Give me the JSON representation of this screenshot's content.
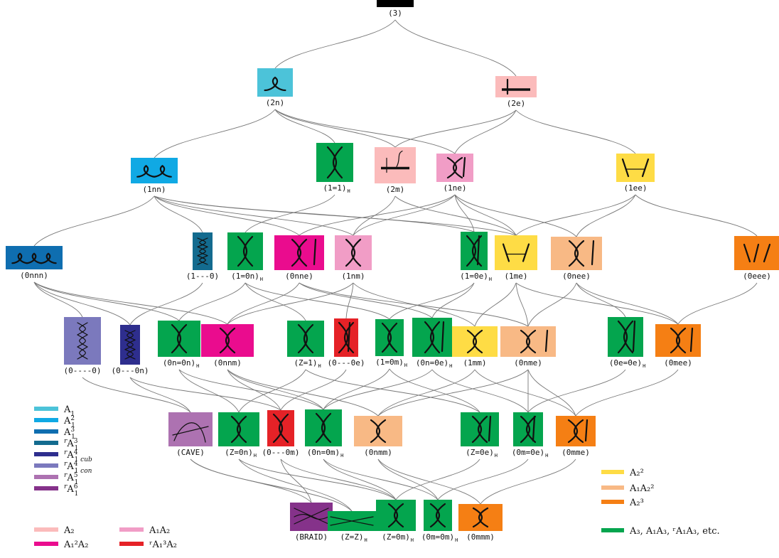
{
  "colors": {
    "A1": "#4cc3d9",
    "A1_2": "#10a9e4",
    "A1_3": "#0f6eb0",
    "rA1_3": "#136b8f",
    "rA1_4_cub": "#2e2e8e",
    "rA1_4_con": "#7b79bd",
    "rA1_5": "#ad72b1",
    "rA1_6": "#85328a",
    "A2": "#fbbbbb",
    "A1_2A2": "#ea0c8e",
    "A1A2": "#f19dc6",
    "rA1_3A2": "#e52227",
    "A2_2": "#fedc45",
    "A1A2_2": "#f8b985",
    "A2_3": "#f57f14",
    "A3": "#04a54e",
    "top": "#000000"
  },
  "nodes": [
    {
      "id": "3",
      "label": "(3)",
      "sub": "",
      "color": "top"
    },
    {
      "id": "2n",
      "label": "(2n)",
      "sub": "",
      "color": "A1"
    },
    {
      "id": "2e",
      "label": "(2e)",
      "sub": "",
      "color": "A2"
    },
    {
      "id": "1nn",
      "label": "(1nn)",
      "sub": "",
      "color": "A1_2"
    },
    {
      "id": "1=1H",
      "label": "(1=1)",
      "sub": "H",
      "color": "A3"
    },
    {
      "id": "2m",
      "label": "(2m)",
      "sub": "",
      "color": "A2"
    },
    {
      "id": "1ne",
      "label": "(1ne)",
      "sub": "",
      "color": "A1A2"
    },
    {
      "id": "1ee",
      "label": "(1ee)",
      "sub": "",
      "color": "A2_2"
    },
    {
      "id": "0nnn",
      "label": "(0nnn)",
      "sub": "",
      "color": "A1_3"
    },
    {
      "id": "1---0",
      "label": "(1---0)",
      "sub": "",
      "color": "rA1_3"
    },
    {
      "id": "1=0nH",
      "label": "(1=0n)",
      "sub": "H",
      "color": "A3"
    },
    {
      "id": "0nne",
      "label": "(0nne)",
      "sub": "",
      "color": "A1_2A2"
    },
    {
      "id": "1nm",
      "label": "(1nm)",
      "sub": "",
      "color": "A1A2"
    },
    {
      "id": "1=0eH",
      "label": "(1=0e)",
      "sub": "H",
      "color": "A3"
    },
    {
      "id": "1me",
      "label": "(1me)",
      "sub": "",
      "color": "A2_2"
    },
    {
      "id": "0nee",
      "label": "(0nee)",
      "sub": "",
      "color": "A1A2_2"
    },
    {
      "id": "0eee",
      "label": "(0eee)",
      "sub": "",
      "color": "A2_3"
    },
    {
      "id": "0----0",
      "label": "(0----0)",
      "sub": "",
      "color": "rA1_4_con"
    },
    {
      "id": "0---0n",
      "label": "(0---0n)",
      "sub": "",
      "color": "rA1_4_cub"
    },
    {
      "id": "0n=0nH",
      "label": "(0n=0n)",
      "sub": "H",
      "color": "A3"
    },
    {
      "id": "0nnm",
      "label": "(0nnm)",
      "sub": "",
      "color": "A1_2A2"
    },
    {
      "id": "Z=1H",
      "label": "(Z=1)",
      "sub": "H",
      "color": "A3"
    },
    {
      "id": "0---0e",
      "label": "(0---0e)",
      "sub": "",
      "color": "rA1_3A2"
    },
    {
      "id": "1=0mH",
      "label": "(1=0m)",
      "sub": "H",
      "color": "A3"
    },
    {
      "id": "0n=0eH",
      "label": "(0n=0e)",
      "sub": "H",
      "color": "A3"
    },
    {
      "id": "1mm",
      "label": "(1mm)",
      "sub": "",
      "color": "A2_2"
    },
    {
      "id": "0nme",
      "label": "(0nme)",
      "sub": "",
      "color": "A1A2_2"
    },
    {
      "id": "0e=0eH",
      "label": "(0e=0e)",
      "sub": "H",
      "color": "A3"
    },
    {
      "id": "0mee",
      "label": "(0mee)",
      "sub": "",
      "color": "A2_3"
    },
    {
      "id": "CAVE",
      "label": "(CAVE)",
      "sub": "",
      "color": "rA1_5"
    },
    {
      "id": "Z=0nH",
      "label": "(Z=0n)",
      "sub": "H",
      "color": "A3"
    },
    {
      "id": "0---0m",
      "label": "(0---0m)",
      "sub": "",
      "color": "rA1_3A2"
    },
    {
      "id": "0n=0mH",
      "label": "(0n=0m)",
      "sub": "H",
      "color": "A3"
    },
    {
      "id": "0nmm",
      "label": "(0nmm)",
      "sub": "",
      "color": "A1A2_2"
    },
    {
      "id": "Z=0eH",
      "label": "(Z=0e)",
      "sub": "H",
      "color": "A3"
    },
    {
      "id": "0m=0eH",
      "label": "(0m=0e)",
      "sub": "H",
      "color": "A3"
    },
    {
      "id": "0mme",
      "label": "(0mme)",
      "sub": "",
      "color": "A2_3"
    },
    {
      "id": "BRAID",
      "label": "(BRAID)",
      "sub": "",
      "color": "rA1_6"
    },
    {
      "id": "Z=ZH",
      "label": "(Z=Z)",
      "sub": "H",
      "color": "A3"
    },
    {
      "id": "Z=0mH",
      "label": "(Z=0m)",
      "sub": "H",
      "color": "A3"
    },
    {
      "id": "0m=0mH",
      "label": "(0m=0m)",
      "sub": "H",
      "color": "A3"
    },
    {
      "id": "0mmm",
      "label": "(0mmm)",
      "sub": "",
      "color": "A2_3"
    }
  ],
  "edges": [
    [
      "3",
      "2n"
    ],
    [
      "3",
      "2e"
    ],
    [
      "2n",
      "1nn"
    ],
    [
      "2n",
      "1=1H"
    ],
    [
      "2n",
      "2m"
    ],
    [
      "2n",
      "1ne"
    ],
    [
      "2e",
      "2m"
    ],
    [
      "2e",
      "1ne"
    ],
    [
      "2e",
      "1ee"
    ],
    [
      "1nn",
      "0nnn"
    ],
    [
      "1nn",
      "1---0"
    ],
    [
      "1nn",
      "0nne"
    ],
    [
      "1nn",
      "1nm"
    ],
    [
      "1nn",
      "1=0eH"
    ],
    [
      "1nn",
      "1me"
    ],
    [
      "1=1H",
      "1=0nH"
    ],
    [
      "2m",
      "1nm"
    ],
    [
      "2m",
      "1me"
    ],
    [
      "1ne",
      "0nne"
    ],
    [
      "1ne",
      "1nm"
    ],
    [
      "1ne",
      "1=0eH"
    ],
    [
      "1ne",
      "1me"
    ],
    [
      "1ne",
      "0nee"
    ],
    [
      "1ee",
      "1me"
    ],
    [
      "1ee",
      "0nee"
    ],
    [
      "1ee",
      "0eee"
    ],
    [
      "0nnn",
      "0----0"
    ],
    [
      "0nnn",
      "0---0n"
    ],
    [
      "0nnn",
      "0n=0nH"
    ],
    [
      "0nnn",
      "0nnm"
    ],
    [
      "1---0",
      "0---0n"
    ],
    [
      "1=0nH",
      "0n=0nH"
    ],
    [
      "1=0nH",
      "Z=1H"
    ],
    [
      "1=0nH",
      "1=0mH"
    ],
    [
      "0nne",
      "0nnm"
    ],
    [
      "0nne",
      "0n=0eH"
    ],
    [
      "0nne",
      "0nme"
    ],
    [
      "1nm",
      "0nnm"
    ],
    [
      "1nm",
      "0---0e"
    ],
    [
      "1nm",
      "1mm"
    ],
    [
      "1=0eH",
      "1=0mH"
    ],
    [
      "1=0eH",
      "0n=0eH"
    ],
    [
      "1me",
      "1mm"
    ],
    [
      "1me",
      "0nme"
    ],
    [
      "1me",
      "0mee"
    ],
    [
      "0nee",
      "0nme"
    ],
    [
      "0nee",
      "0e=0eH"
    ],
    [
      "0nee",
      "0mee"
    ],
    [
      "0eee",
      "0mee"
    ],
    [
      "0----0",
      "CAVE"
    ],
    [
      "0---0n",
      "CAVE"
    ],
    [
      "0---0n",
      "0---0m"
    ],
    [
      "0n=0nH",
      "Z=0nH"
    ],
    [
      "0n=0nH",
      "0n=0mH"
    ],
    [
      "0nnm",
      "0---0m"
    ],
    [
      "0nnm",
      "0nmm"
    ],
    [
      "0nnm",
      "0n=0mH"
    ],
    [
      "Z=1H",
      "Z=0nH"
    ],
    [
      "Z=1H",
      "Z=0eH"
    ],
    [
      "0---0e",
      "0---0m"
    ],
    [
      "1=0mH",
      "0n=0mH"
    ],
    [
      "1=0mH",
      "Z=0eH"
    ],
    [
      "0n=0eH",
      "0n=0mH"
    ],
    [
      "0n=0eH",
      "0m=0eH"
    ],
    [
      "1mm",
      "0nmm"
    ],
    [
      "1mm",
      "0mme"
    ],
    [
      "0nme",
      "0nmm"
    ],
    [
      "0nme",
      "0m=0eH"
    ],
    [
      "0nme",
      "0mme"
    ],
    [
      "0e=0eH",
      "0m=0eH"
    ],
    [
      "0mee",
      "0mme"
    ],
    [
      "CAVE",
      "BRAID"
    ],
    [
      "CAVE",
      "Z=ZH"
    ],
    [
      "Z=0nH",
      "Z=ZH"
    ],
    [
      "Z=0nH",
      "Z=0mH"
    ],
    [
      "0---0m",
      "BRAID"
    ],
    [
      "0---0m",
      "Z=0mH"
    ],
    [
      "0n=0mH",
      "Z=0mH"
    ],
    [
      "0n=0mH",
      "0m=0mH"
    ],
    [
      "0nmm",
      "0m=0mH"
    ],
    [
      "0nmm",
      "0mmm"
    ],
    [
      "Z=0eH",
      "Z=0mH"
    ],
    [
      "0m=0eH",
      "0m=0mH"
    ],
    [
      "0mme",
      "0mmm"
    ]
  ],
  "legend_left": [
    {
      "color": "A1",
      "base": "A",
      "sub": "1",
      "sup": "",
      "pre": "",
      "tail": ""
    },
    {
      "color": "A1_2",
      "base": "A",
      "sub": "1",
      "sup": "2",
      "pre": "",
      "tail": ""
    },
    {
      "color": "A1_3",
      "base": "A",
      "sub": "1",
      "sup": "3",
      "pre": "",
      "tail": ""
    },
    {
      "color": "rA1_3",
      "base": "A",
      "sub": "1",
      "sup": "3",
      "pre": "r",
      "tail": ""
    },
    {
      "color": "rA1_4_cub",
      "base": "A",
      "sub": "1",
      "sup": "4",
      "pre": "r",
      "tail": "cub"
    },
    {
      "color": "rA1_4_con",
      "base": "A",
      "sub": "1",
      "sup": "4",
      "pre": "r",
      "tail": "con"
    },
    {
      "color": "rA1_5",
      "base": "A",
      "sub": "1",
      "sup": "5",
      "pre": "r",
      "tail": ""
    },
    {
      "color": "rA1_6",
      "base": "A",
      "sub": "1",
      "sup": "6",
      "pre": "r",
      "tail": ""
    }
  ],
  "legend_bottom": [
    {
      "color": "A2",
      "text": "A₂"
    },
    {
      "color": "A1_2A2",
      "text": "A₁²A₂"
    },
    {
      "color": "A1A2",
      "text": "A₁A₂"
    },
    {
      "color": "rA1_3A2",
      "text": "ʳA₁³A₂"
    }
  ],
  "legend_right": [
    {
      "color": "A2_2",
      "text": "A₂²"
    },
    {
      "color": "A1A2_2",
      "text": "A₁A₂²"
    },
    {
      "color": "A2_3",
      "text": "A₂³"
    },
    {
      "color": "A3",
      "text": "A₃, A₁A₃, ʳA₁A₃, etc."
    }
  ]
}
